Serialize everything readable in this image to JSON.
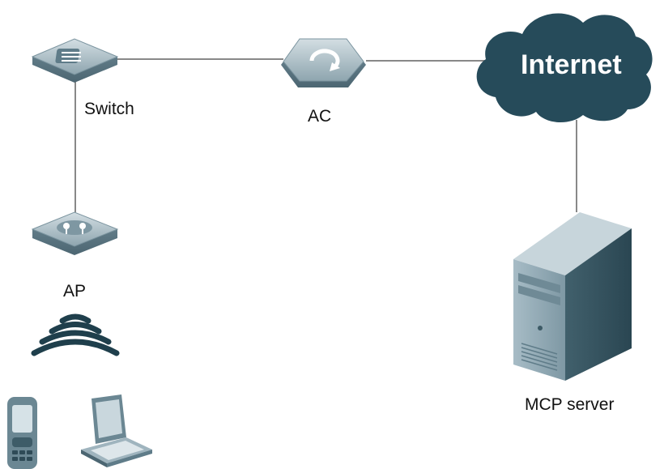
{
  "nodes": {
    "switch": {
      "label": "Switch",
      "icon": "switch-icon"
    },
    "ac": {
      "label": "AC",
      "icon": "access-controller-icon"
    },
    "internet": {
      "label": "Internet",
      "icon": "cloud-icon"
    },
    "ap": {
      "label": "AP",
      "icon": "access-point-icon"
    },
    "mcp_server": {
      "label": "MCP server",
      "icon": "server-tower-icon"
    }
  },
  "clients": [
    {
      "icon": "mobile-phone-icon"
    },
    {
      "icon": "laptop-icon"
    }
  ],
  "links": [
    [
      "switch",
      "ac"
    ],
    [
      "ac",
      "internet"
    ],
    [
      "switch",
      "ap"
    ],
    [
      "internet",
      "mcp_server"
    ]
  ],
  "colors": {
    "device_body": "#6f8a96",
    "device_top": "#b9c9d0",
    "cloud": "#264b5a",
    "link": "#888888",
    "wireless": "#1f3f4c"
  }
}
